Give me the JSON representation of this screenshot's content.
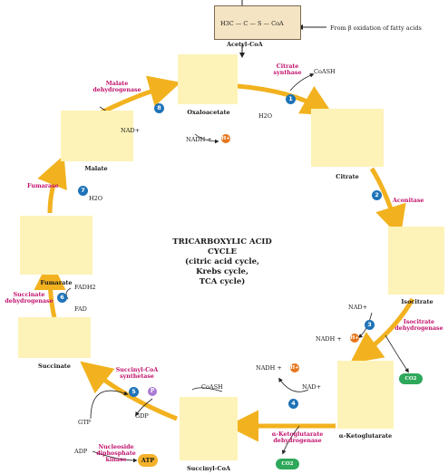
{
  "acetyl": {
    "formula": "H3C — C — S — CoA",
    "name": "Acetyl-CoA",
    "source": "From β oxidation of fatty acids"
  },
  "center": {
    "line1": "TRICARBOXYLIC ACID",
    "line2": "CYCLE",
    "line3": "(citric acid cycle,",
    "line4": "Krebs cycle,",
    "line5": "TCA cycle)"
  },
  "compounds": {
    "oxaloacetate": "Oxaloacetate",
    "citrate": "Citrate",
    "isocitrate": "Isocitrate",
    "ketoglutarate": "α-Ketoglutarate",
    "succinylcoa": "Succinyl-CoA",
    "succinate": "Succinate",
    "fumarate": "Fumarate",
    "malate": "Malate"
  },
  "enzymes": {
    "citrate_synthase": "Citrate synthase",
    "aconitase": "Aconitase",
    "isocitrate_dh": "Isocitrate dehydrogenase",
    "akg_dh": "α-Ketoglutarate dehydrogenase",
    "succinyl_synthetase": "Succinyl-CoA synthetase",
    "ndk": "Nucleoside diphosphate kinase",
    "succinate_dh": "Succinate dehydrogenase",
    "fumarase": "Fumarase",
    "malate_dh": "Malate dehydrogenase"
  },
  "cofactors": {
    "coash1": "CoASH",
    "h2o": "H2O",
    "nad": "NAD+",
    "nadh": "NADH +",
    "hplus": "H+",
    "co2": "CO2",
    "coash2": "CoASH",
    "p": "P",
    "gdp": "GDP",
    "gtp": "GTP",
    "adp": "ADP",
    "atp": "ATP",
    "fad": "FAD",
    "fadh2": "FADH2"
  },
  "steps": [
    "1",
    "2",
    "3",
    "4",
    "5",
    "6",
    "7",
    "8"
  ],
  "colors": {
    "arrow": "#f2b21f",
    "enzyme": "#c0106a",
    "box": "#fdf3b8",
    "step": "#1f73b8",
    "co2": "#2ea85a",
    "hplus": "#e8751c",
    "atp": "#f3b22a"
  }
}
